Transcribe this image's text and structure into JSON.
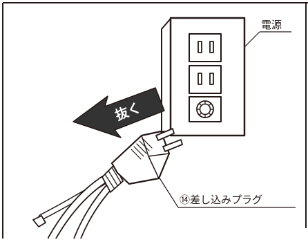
{
  "labels": {
    "power_source": "電源",
    "pull_arrow": "抜く",
    "plug": "⑭差し込みプラグ"
  },
  "colors": {
    "ink": "#231815",
    "arrow_fill": "#333333",
    "background": "#ffffff"
  },
  "icons": {
    "outlet": "wall-outlet-icon",
    "plug": "power-plug-icon",
    "arrow": "pull-arrow-icon"
  }
}
